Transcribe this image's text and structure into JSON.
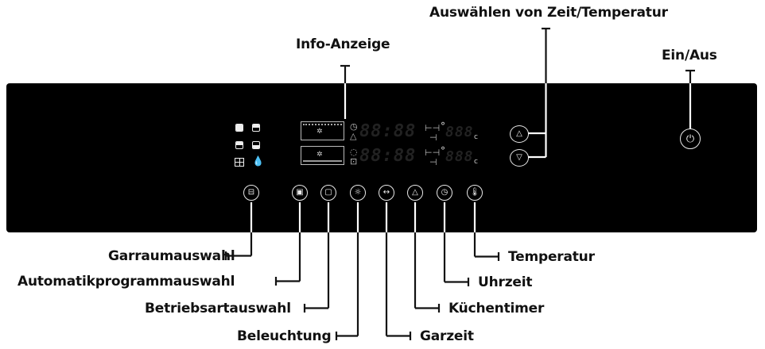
{
  "callouts": {
    "info_display": "Info-Anzeige",
    "time_temp_select": "Auswählen von Zeit/Temperatur",
    "on_off": "Ein/Aus",
    "cavity_select": "Garraumauswahl",
    "auto_program": "Automatikprogrammauswahl",
    "mode_select": "Betriebsartauswahl",
    "lighting": "Beleuchtung",
    "cook_time": "Garzeit",
    "kitchen_timer": "Küchentimer",
    "clock": "Uhrzeit",
    "temperature": "Temperatur"
  },
  "display": {
    "upper_time": "88:88",
    "lower_time": "88:88",
    "upper_temp": "888",
    "lower_temp": "888",
    "temp_unit": "c",
    "degree": "°"
  },
  "icons": {
    "cavity": "cavity-split-icon",
    "auto": "auto-program-icon",
    "mode": "square-mode-icon",
    "light": "light-bulb-icon",
    "cook_time": "duration-bracket-icon",
    "timer": "bell-icon",
    "clock": "clock-icon",
    "temp": "thermometer-icon",
    "up": "triangle-up-icon",
    "down": "triangle-down-icon",
    "power": "power-icon"
  },
  "colors": {
    "panel": "#000000",
    "glyph": "#eeeeee",
    "lcd_off": "#222222",
    "leader": "#111111"
  }
}
